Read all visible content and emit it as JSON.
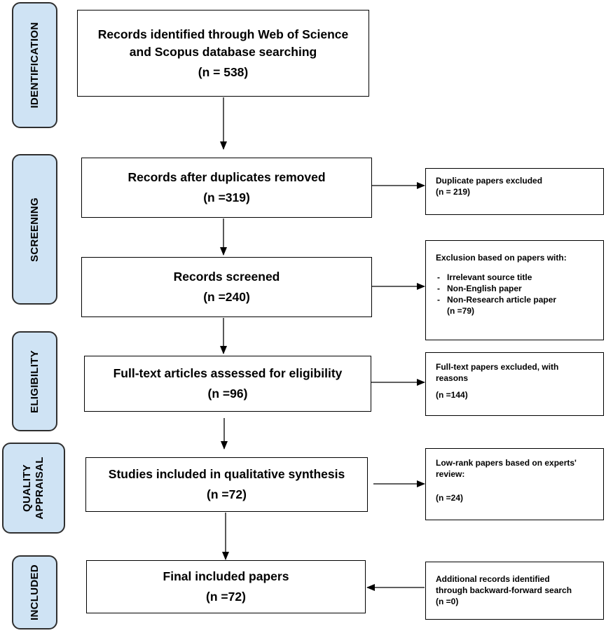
{
  "phases": {
    "identification": "IDENTIFICATION",
    "screening": "SCREENING",
    "eligibility": "ELIGIBILITY",
    "quality_line1": "QUALITY",
    "quality_line2": "APPRAISAL",
    "included": "INCLUDED"
  },
  "main": {
    "identified": {
      "line1": "Records identified through Web of Science",
      "line2": "and Scopus database searching",
      "count": "(n = 538)"
    },
    "duplicates_removed": {
      "title": "Records after duplicates removed",
      "count": "(n =319)"
    },
    "screened": {
      "title": "Records screened",
      "count": "(n =240)"
    },
    "full_text": {
      "title": "Full-text articles assessed for eligibility",
      "count": "(n =96)"
    },
    "qualitative": {
      "title": "Studies included in qualitative synthesis",
      "count": "(n =72)"
    },
    "final": {
      "title": "Final included papers",
      "count": "(n =72)"
    }
  },
  "side": {
    "duplicates": {
      "line1": "Duplicate papers excluded",
      "count": "(n = 219)"
    },
    "exclusion": {
      "heading": "Exclusion based on papers with:",
      "items": [
        "Irrelevant source title",
        "Non-English paper",
        "Non-Research article paper"
      ],
      "count": "(n =79)"
    },
    "full_text_excluded": {
      "line1": "Full-text papers excluded, with",
      "line2": "reasons",
      "count": "(n =144)"
    },
    "low_rank": {
      "line1": "Low-rank papers based on experts'",
      "line2": "review:",
      "count": "(n =24)"
    },
    "additional": {
      "line1": "Additional records identified",
      "line2": "through backward-forward search",
      "count": "(n =0)"
    }
  }
}
